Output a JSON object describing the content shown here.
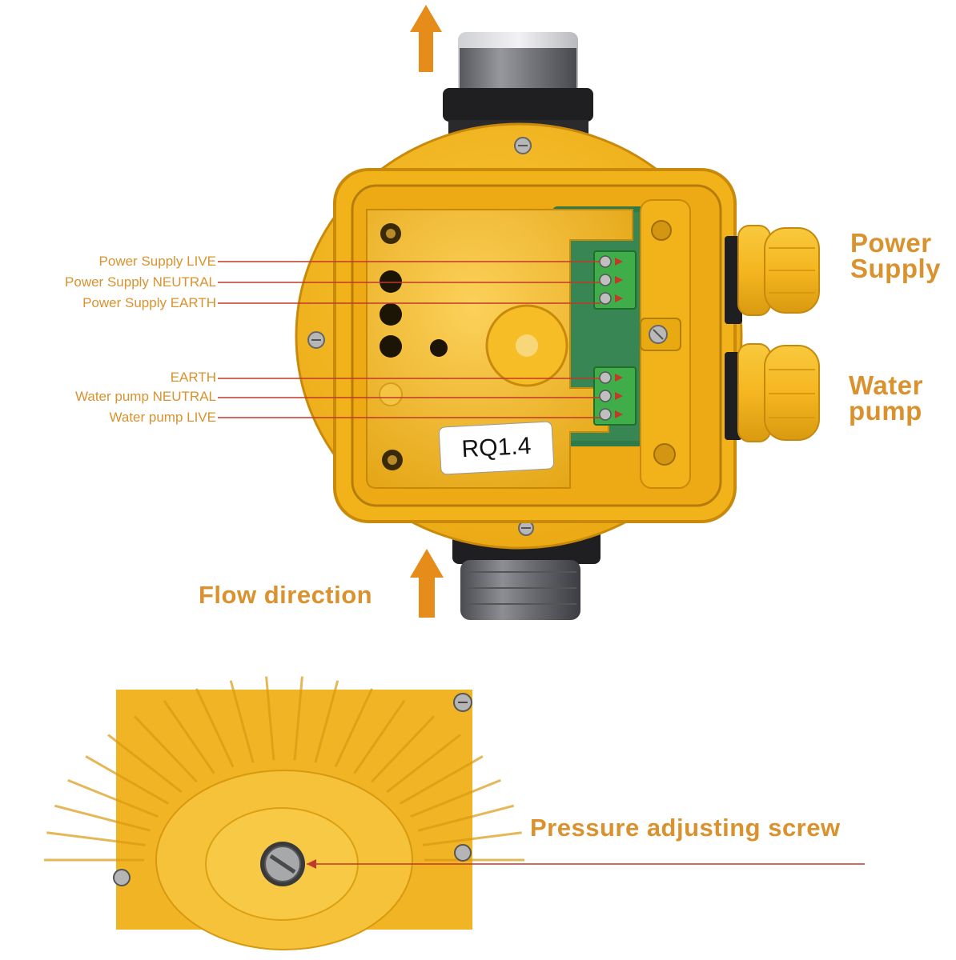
{
  "colors": {
    "label_orange": "#d9922e",
    "housing_yellow": "#f4b81c",
    "terminal_green": "#3fae4a",
    "pipe_grey": "#6e6f74"
  },
  "wiring_labels": [
    {
      "key": "ps_live",
      "text": "Power Supply LIVE"
    },
    {
      "key": "ps_neutral",
      "text": "Power Supply NEUTRAL"
    },
    {
      "key": "ps_earth",
      "text": "Power Supply EARTH"
    },
    {
      "key": "earth",
      "text": "EARTH"
    },
    {
      "key": "wp_neutral",
      "text": "Water pump NEUTRAL"
    },
    {
      "key": "wp_live",
      "text": "Water pump LIVE"
    }
  ],
  "labels": {
    "ps_live": "Power Supply LIVE",
    "ps_neutral": "Power Supply NEUTRAL",
    "ps_earth": "Power Supply EARTH",
    "earth": "EARTH",
    "wp_neutral": "Water pump NEUTRAL",
    "wp_live": "Water pump LIVE",
    "power_supply_line1": "Power",
    "power_supply_line2": "Supply",
    "water_pump_line1": "Water",
    "water_pump_line2": "pump",
    "flow_direction": "Flow direction",
    "pressure_screw": "Pressure adjusting screw"
  },
  "model_tag": "RQ1.4",
  "icons": [
    "up-arrow-icon",
    "screw-icon",
    "terminal-block-icon",
    "cable-gland-icon"
  ]
}
